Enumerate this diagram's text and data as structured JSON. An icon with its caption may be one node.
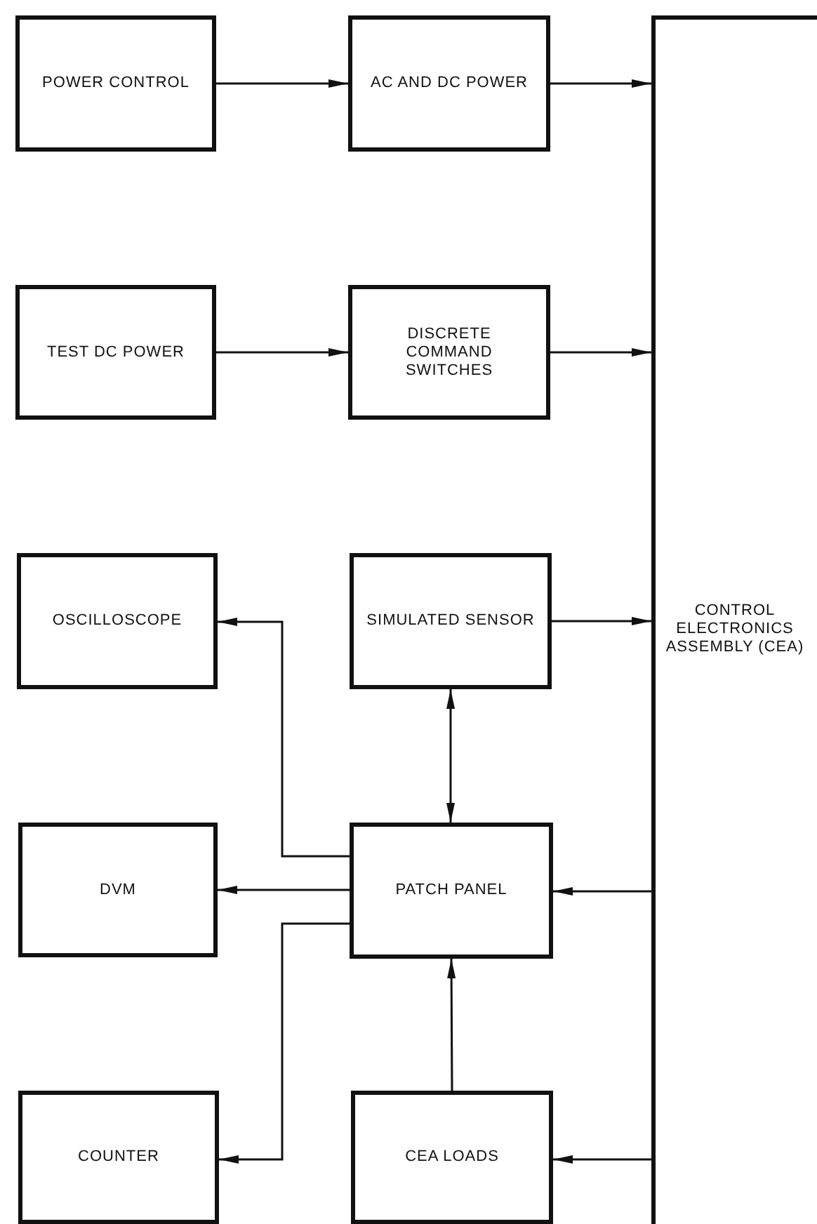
{
  "diagram": {
    "nodes": [
      {
        "text": [
          "POWER CONTROL"
        ]
      },
      {
        "text": [
          "AC AND DC POWER"
        ]
      },
      {
        "text": [
          "TEST DC POWER"
        ]
      },
      {
        "text": [
          "DISCRETE COMMAND SWITCHES"
        ]
      },
      {
        "text": [
          "CONTROL ELECTRONICS ASSEMBLY (CEA)"
        ]
      },
      {
        "text": [
          "OSCILLOSCOPE"
        ]
      },
      {
        "text": [
          "SIMULATED SENSOR"
        ]
      },
      {
        "text": [
          "DVM"
        ]
      },
      {
        "text": [
          "PATCH PANEL"
        ]
      },
      {
        "text": [
          "COUNTER"
        ]
      },
      {
        "text": [
          "CEA LOADS"
        ]
      }
    ],
    "edges": [
      {
        "from": 0,
        "to": 1,
        "arrow": "to"
      },
      {
        "from": 1,
        "to": 4,
        "arrow": "to"
      },
      {
        "from": 2,
        "to": 3,
        "arrow": "to"
      },
      {
        "from": 3,
        "to": 4,
        "arrow": "to"
      },
      {
        "from": 6,
        "to": 4,
        "arrow": "to"
      },
      {
        "from": 6,
        "to": 8,
        "arrow": "both"
      },
      {
        "from": 8,
        "to": 5,
        "arrow": "to"
      },
      {
        "from": 8,
        "to": 7,
        "arrow": "to"
      },
      {
        "from": 8,
        "to": 9,
        "arrow": "to"
      },
      {
        "from": 4,
        "to": 8,
        "arrow": "to"
      },
      {
        "from": 4,
        "to": 10,
        "arrow": "to"
      },
      {
        "from": 10,
        "to": 8,
        "arrow": "to"
      }
    ]
  }
}
